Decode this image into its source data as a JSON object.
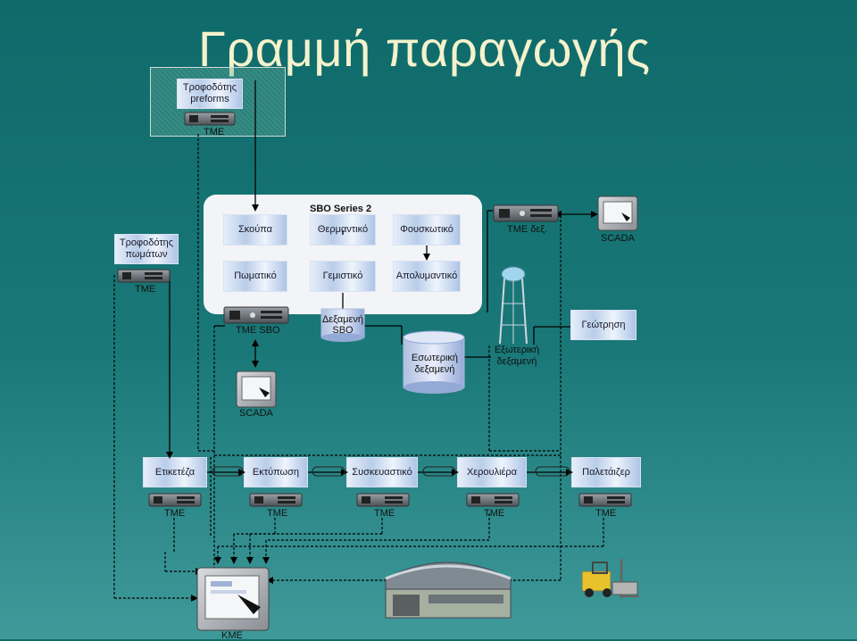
{
  "title": "Γραμμή παραγωγής",
  "preforms": {
    "label": "Τροφοδότης preforms",
    "tme": "TME"
  },
  "caps": {
    "label": "Τροφοδότης πωμάτων",
    "tme": "TME"
  },
  "sbo": {
    "series": "SBO Series 2",
    "row1": [
      "Σκούπα",
      "Θερμαντικό",
      "Φουσκωτικό"
    ],
    "row2": [
      "Πωματικό",
      "Γεμιστικό",
      "Απολυμαντικό"
    ]
  },
  "tme_tank": "TME δεξ.",
  "scada_top": "SCADA",
  "tme_sbo": "TME SBO",
  "scada_mid": "SCADA",
  "sbo_tank": "Δεξαμενή SBO",
  "internal_tank": "Εσωτερική δεξαμενή",
  "external_tank": "Εξωτερική δεξαμενή",
  "drilling": "Γεώτρηση",
  "line": {
    "stations": [
      "Ετικετέζα",
      "Εκτύπωση",
      "Συσκευαστικό",
      "Χερουλιέρα",
      "Παλετάιζερ"
    ],
    "tme": [
      "TME",
      "TME",
      "TME",
      "TME",
      "TME"
    ]
  },
  "kme": "ΚΜΕ"
}
